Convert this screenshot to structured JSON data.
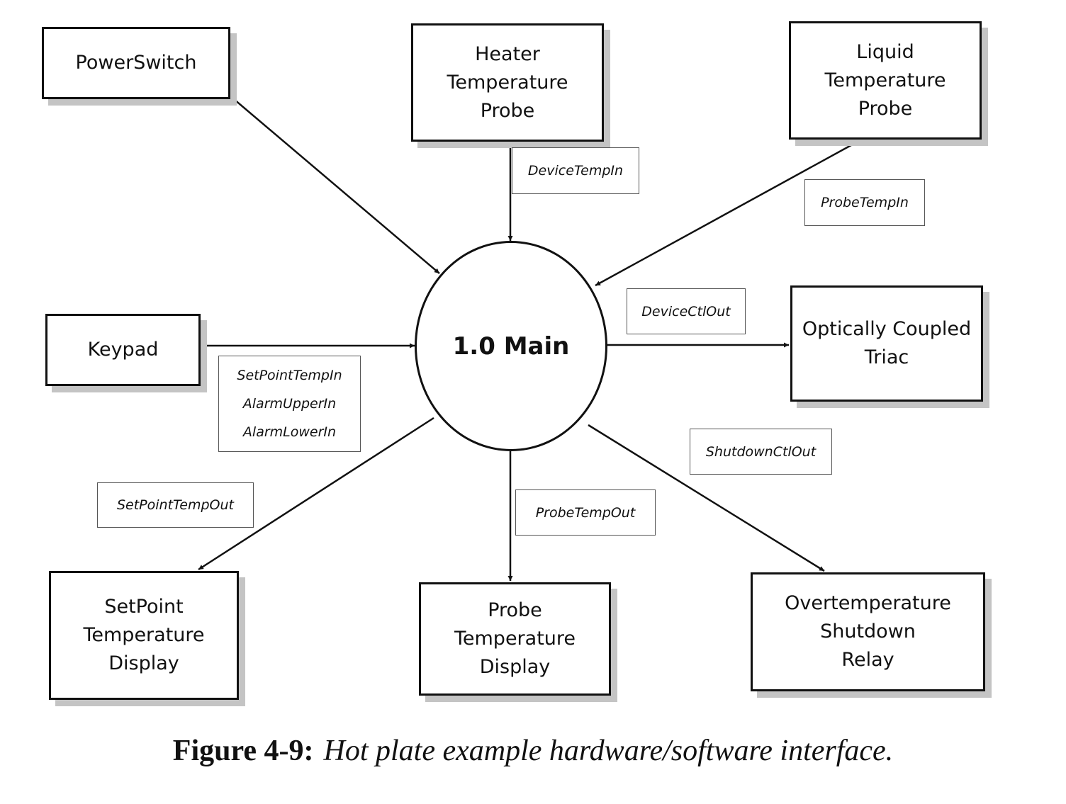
{
  "externals": {
    "power_switch": "PowerSwitch",
    "heater_probe": "Heater\nTemperature\nProbe",
    "liquid_probe": "Liquid\nTemperature\nProbe",
    "keypad": "Keypad",
    "triac": "Optically Coupled\nTriac",
    "setpoint_display": "SetPoint\nTemperature\nDisplay",
    "probe_display": "Probe\nTemperature\nDisplay",
    "shutdown_relay": "Overtemperature\nShutdown\nRelay"
  },
  "process": {
    "label": "1.0 Main"
  },
  "flows": {
    "device_temp_in": "DeviceTempIn",
    "probe_temp_in": "ProbeTempIn",
    "device_ctl_out": "DeviceCtlOut",
    "keypad_flows": [
      "SetPointTempIn",
      "AlarmUpperIn",
      "AlarmLowerIn"
    ],
    "shutdown_ctl_out": "ShutdownCtlOut",
    "setpoint_temp_out": "SetPointTempOut",
    "probe_temp_out": "ProbeTempOut"
  },
  "caption": {
    "label": "Figure 4-9:",
    "text": "Hot plate example hardware/software interface."
  }
}
